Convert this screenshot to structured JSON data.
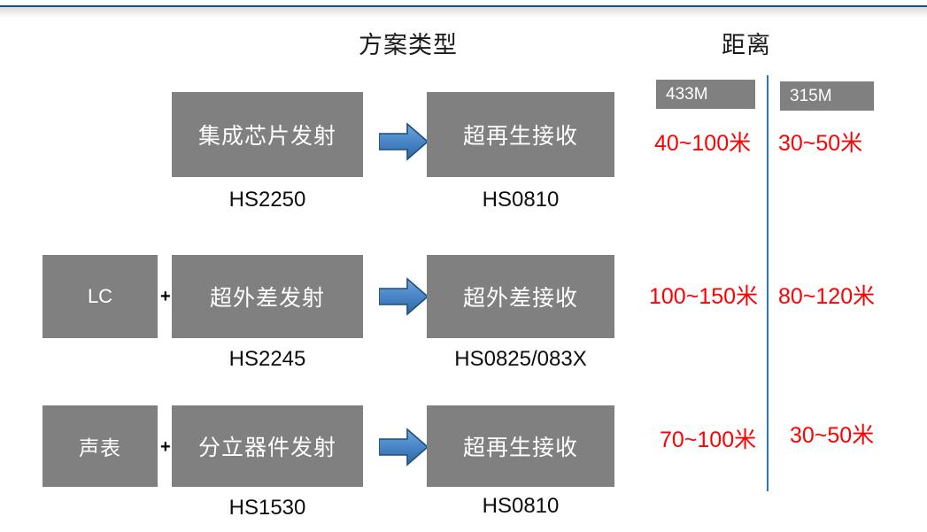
{
  "headings": {
    "scheme_type": "方案类型",
    "distance": "距离"
  },
  "frequency_columns": [
    {
      "label": "433M"
    },
    {
      "label": "315M"
    }
  ],
  "rows": [
    {
      "prefix": null,
      "plus": null,
      "transmitter": {
        "name": "集成芯片发射",
        "part": "HS2250"
      },
      "arrow": "right-arrow-icon",
      "receiver": {
        "name": "超再生接收",
        "part": "HS0810"
      },
      "distance_433m": "40~100米",
      "distance_315m": "30~50米"
    },
    {
      "prefix": "LC",
      "plus": "+",
      "transmitter": {
        "name": "超外差发射",
        "part": "HS2245"
      },
      "arrow": "right-arrow-icon",
      "receiver": {
        "name": "超外差接收",
        "part": "HS0825/083X"
      },
      "distance_433m": "100~150米",
      "distance_315m": "80~120米"
    },
    {
      "prefix": "声表",
      "plus": "+",
      "transmitter": {
        "name": "分立器件发射",
        "part": "HS1530"
      },
      "arrow": "right-arrow-icon",
      "receiver": {
        "name": "超再生接收",
        "part": "HS0810"
      },
      "distance_433m": "70~100米",
      "distance_315m": "30~50米"
    }
  ],
  "colors": {
    "box_gray": "#808080",
    "accent_blue": "#2e75b6",
    "rule_blue": "#1f4e79",
    "distance_red": "#ff0000",
    "arrow_fill_light": "#5b9bd5",
    "arrow_fill_dark": "#2e75b6",
    "arrow_stroke": "#1f4e79"
  }
}
